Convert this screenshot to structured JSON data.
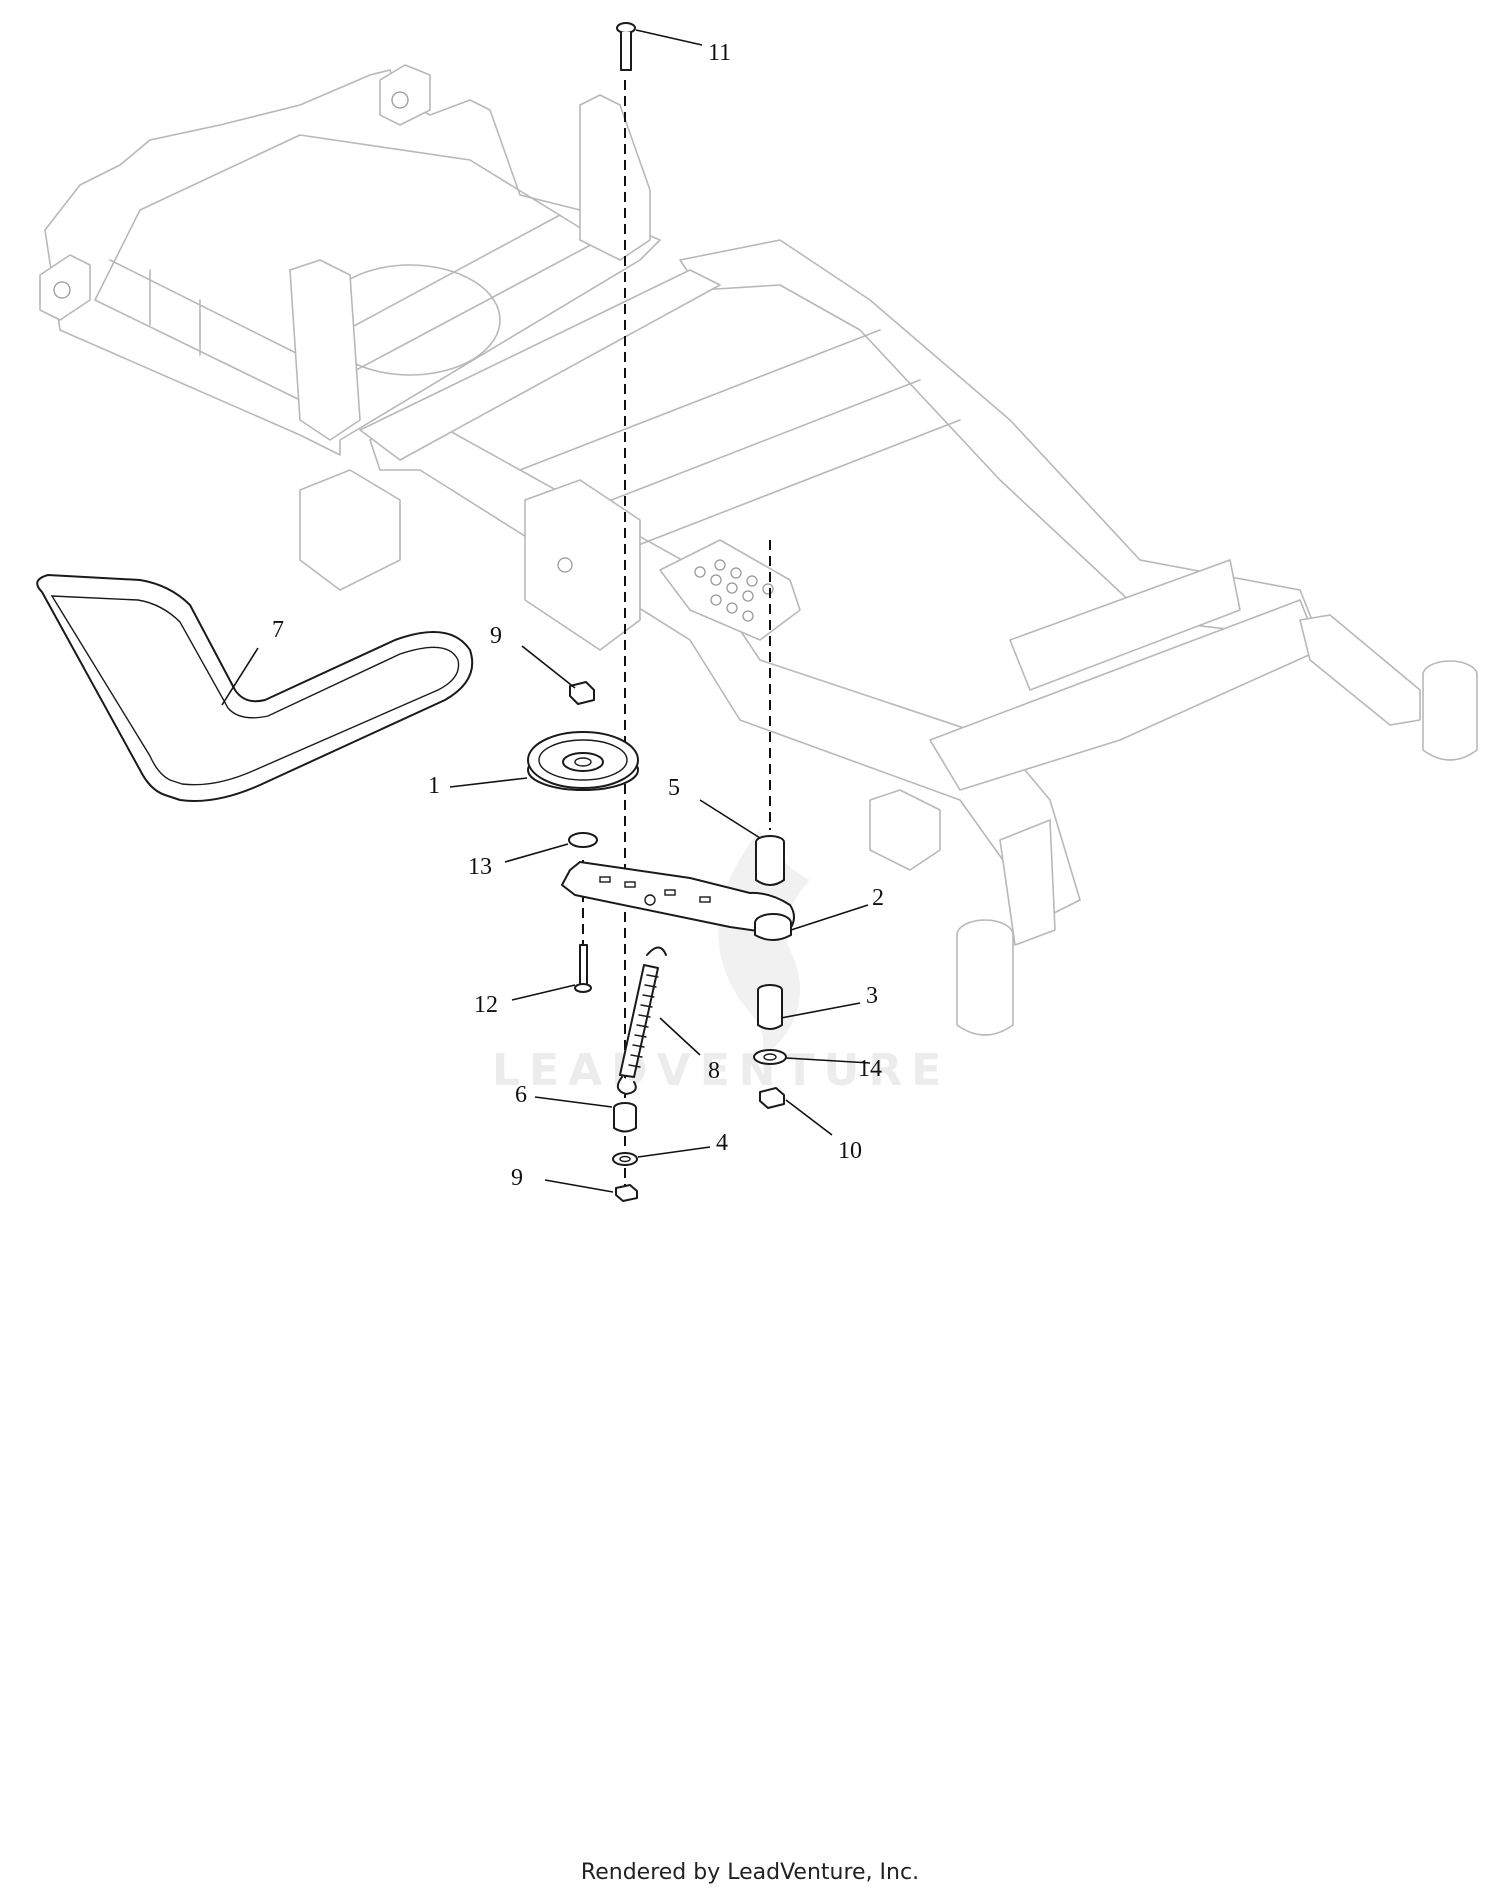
{
  "callouts": [
    {
      "id": "1",
      "label": "1"
    },
    {
      "id": "2",
      "label": "2"
    },
    {
      "id": "3",
      "label": "3"
    },
    {
      "id": "4",
      "label": "4"
    },
    {
      "id": "5",
      "label": "5"
    },
    {
      "id": "6",
      "label": "6"
    },
    {
      "id": "7",
      "label": "7"
    },
    {
      "id": "8",
      "label": "8"
    },
    {
      "id": "9a",
      "label": "9"
    },
    {
      "id": "9b",
      "label": "9"
    },
    {
      "id": "10",
      "label": "10"
    },
    {
      "id": "11",
      "label": "11"
    },
    {
      "id": "12",
      "label": "12"
    },
    {
      "id": "13",
      "label": "13"
    },
    {
      "id": "14",
      "label": "14"
    }
  ],
  "watermark": {
    "text": "LEADVENTURE",
    "icon": "leadventure-flame-logo"
  },
  "footer": {
    "text": "Rendered by LeadVenture, Inc."
  },
  "colors": {
    "frame": "#b8b8b8",
    "parts": "#1a1a1a",
    "watermark": "#ececec"
  }
}
